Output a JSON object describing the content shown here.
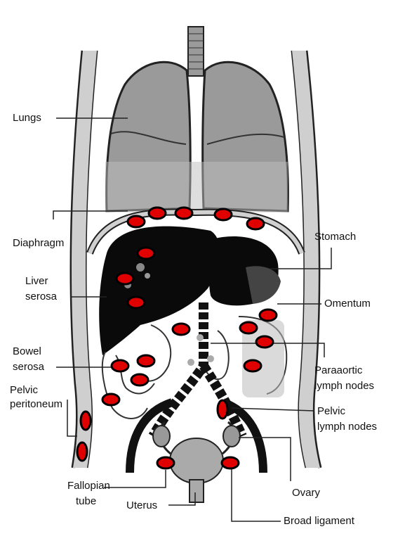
{
  "labels": {
    "lungs": "Lungs",
    "diaphragm": "Diaphragm",
    "liver_serosa_1": "Liver",
    "liver_serosa_2": "serosa",
    "bowel_serosa_1": "Bowel",
    "bowel_serosa_2": "serosa",
    "pelvic_peritoneum_1": "Pelvic",
    "pelvic_peritoneum_2": "peritoneum",
    "fallopian_tube_1": "Fallopian",
    "fallopian_tube_2": "tube",
    "uterus": "Uterus",
    "stomach": "Stomach",
    "omentum": "Omentum",
    "paraaortic_1": "Paraaortic",
    "paraaortic_2": "lymph nodes",
    "pelvic_lymph_1": "Pelvic",
    "pelvic_lymph_2": "lymph nodes",
    "ovary": "Ovary",
    "broad_ligament": "Broad ligament"
  },
  "colors": {
    "lesion_fill": "#e00000",
    "lesion_outline": "#000000",
    "organ_dark": "#0a0a0a",
    "lung_fill": "#9a9a9a",
    "body_wall": "#c8c8c8"
  }
}
